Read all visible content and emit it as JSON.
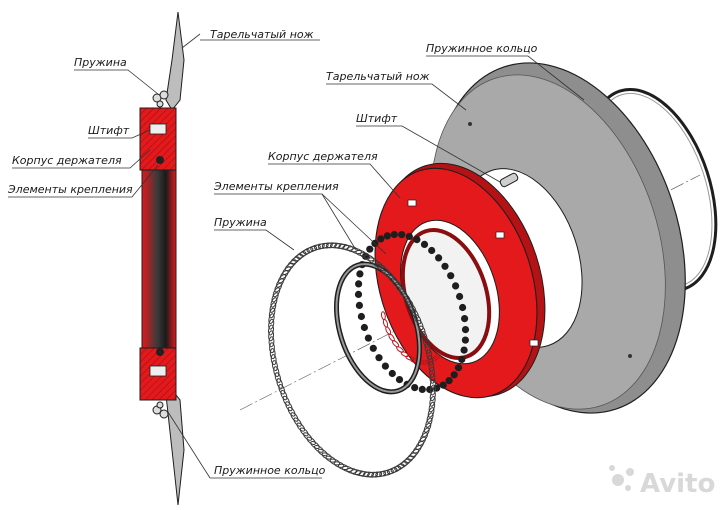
{
  "labels": {
    "left_blade": "Тарельчатый нож",
    "left_spring": "Пружина",
    "left_pin": "Штифт",
    "left_housing": "Корпус держателя",
    "left_fasteners": "Элементы крепления",
    "left_spring_ring": "Пружинное кольцо",
    "right_spring_ring": "Пружинное кольцо",
    "right_blade": "Тарельчатый нож",
    "right_pin": "Штифт",
    "right_housing": "Корпус держателя",
    "right_fasteners": "Элементы крепления",
    "right_spring": "Пружина"
  },
  "watermark": "Avito",
  "colors": {
    "housing_red": "#e3191c",
    "blade_grey": "#9a9a9a",
    "outline": "#1e1e1e"
  }
}
